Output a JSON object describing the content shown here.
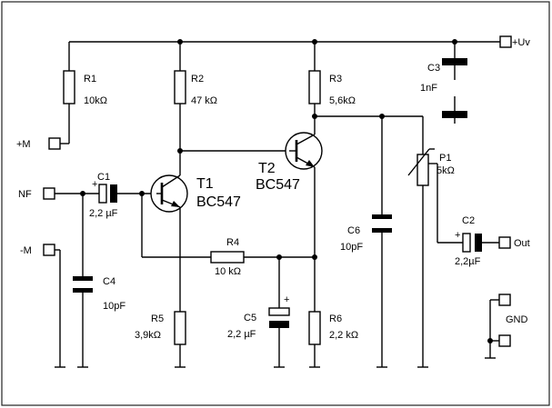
{
  "components": {
    "R1": {
      "name": "R1",
      "value": "10kΩ"
    },
    "R2": {
      "name": "R2",
      "value": "47 kΩ"
    },
    "R3": {
      "name": "R3",
      "value": "5,6kΩ"
    },
    "R4": {
      "name": "R4",
      "value": "10 kΩ"
    },
    "R5": {
      "name": "R5",
      "value": "3,9kΩ"
    },
    "R6": {
      "name": "R6",
      "value": "2,2 kΩ"
    },
    "C1": {
      "name": "C1",
      "value": "2,2 µF"
    },
    "C2": {
      "name": "C2",
      "value": "2,2µF"
    },
    "C3": {
      "name": "C3",
      "value": "1nF"
    },
    "C4": {
      "name": "C4",
      "value": "10pF"
    },
    "C5": {
      "name": "C5",
      "value": "2,2 µF"
    },
    "C6": {
      "name": "C6",
      "value": "10pF"
    },
    "P1": {
      "name": "P1",
      "value": "5kΩ"
    },
    "T1": {
      "name": "T1",
      "value": "BC547"
    },
    "T2": {
      "name": "T2",
      "value": "BC547"
    }
  },
  "terminals": {
    "uv": "+Uv",
    "plus_m": "+M",
    "nf": "NF",
    "minus_m": "-M",
    "out": "Out",
    "gnd": "GND"
  },
  "polarity_mark": "+"
}
